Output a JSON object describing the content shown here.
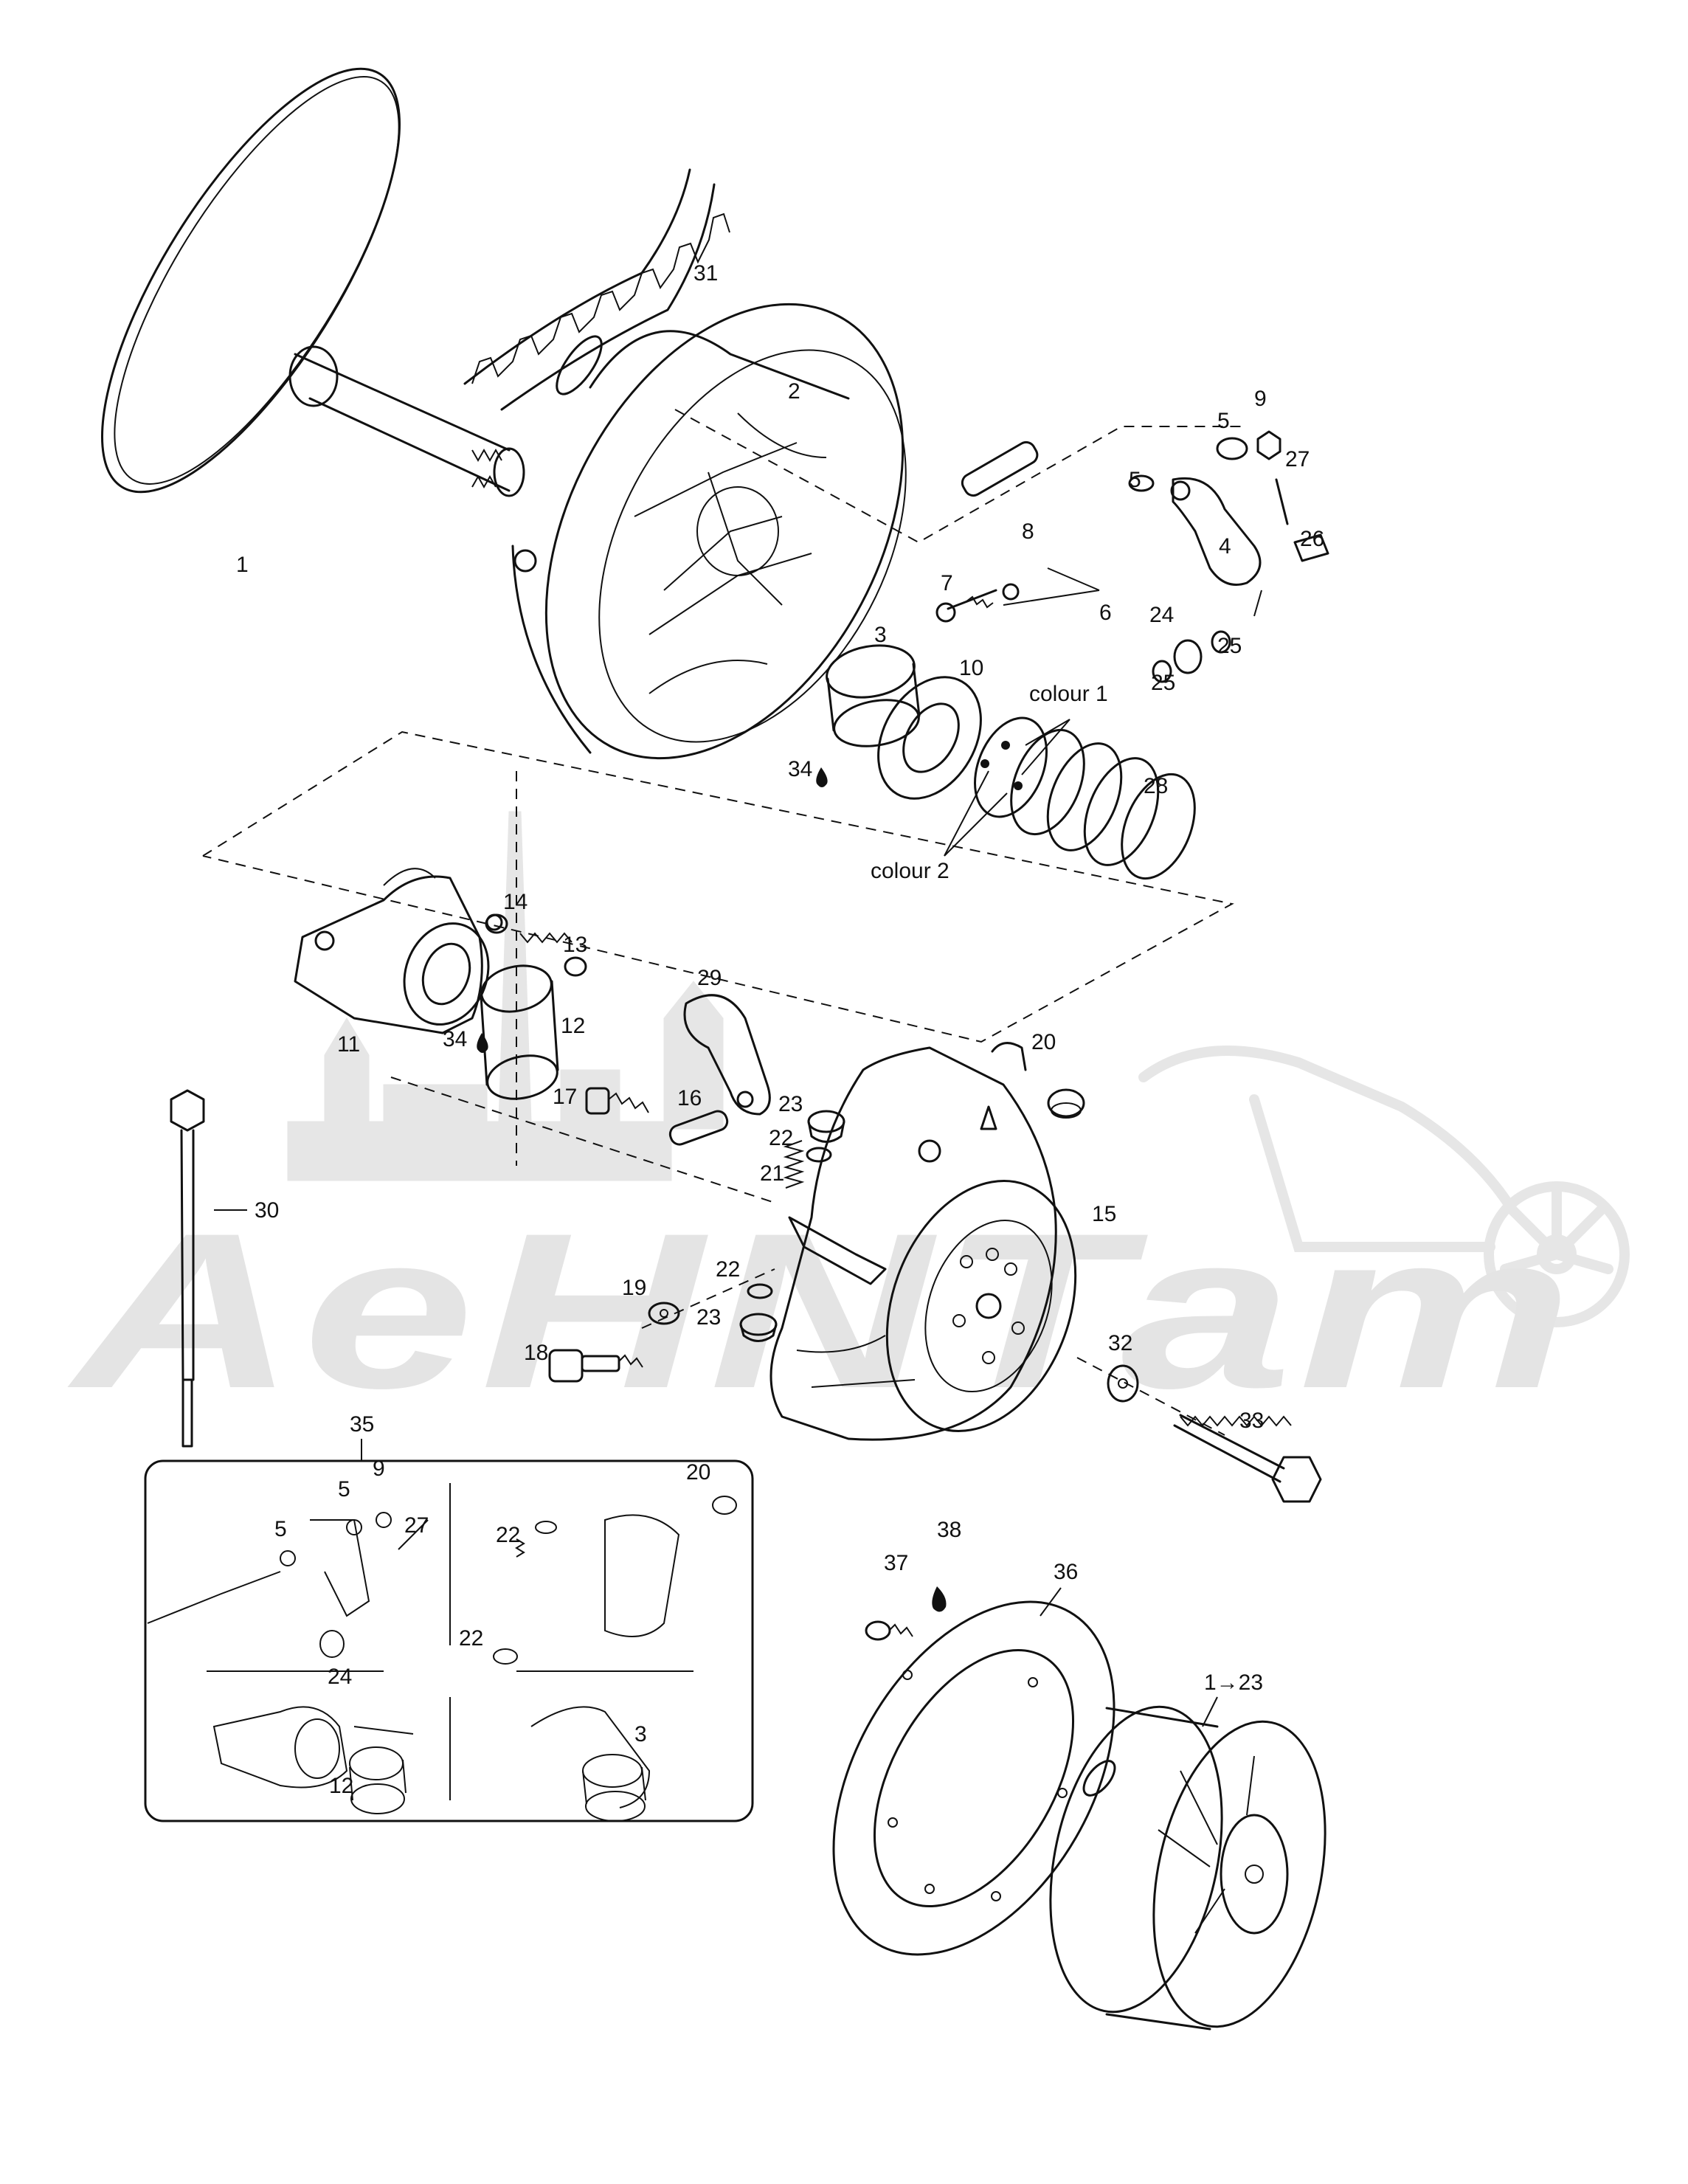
{
  "watermark": {
    "text": "AeHNTam"
  },
  "callouts": [
    {
      "id": "c1",
      "text": "1"
    },
    {
      "id": "c2",
      "text": "2"
    },
    {
      "id": "c3",
      "text": "3"
    },
    {
      "id": "c4",
      "text": "4"
    },
    {
      "id": "c5a",
      "text": "5"
    },
    {
      "id": "c5b",
      "text": "5"
    },
    {
      "id": "c6",
      "text": "6"
    },
    {
      "id": "c7",
      "text": "7"
    },
    {
      "id": "c8",
      "text": "8"
    },
    {
      "id": "c9",
      "text": "9"
    },
    {
      "id": "c10",
      "text": "10"
    },
    {
      "id": "c11",
      "text": "11"
    },
    {
      "id": "c12",
      "text": "12"
    },
    {
      "id": "c13",
      "text": "13"
    },
    {
      "id": "c14",
      "text": "14"
    },
    {
      "id": "c15",
      "text": "15"
    },
    {
      "id": "c16",
      "text": "16"
    },
    {
      "id": "c17",
      "text": "17"
    },
    {
      "id": "c18",
      "text": "18"
    },
    {
      "id": "c19",
      "text": "19"
    },
    {
      "id": "c20",
      "text": "20"
    },
    {
      "id": "c21",
      "text": "21"
    },
    {
      "id": "c22a",
      "text": "22"
    },
    {
      "id": "c22b",
      "text": "22"
    },
    {
      "id": "c23a",
      "text": "23"
    },
    {
      "id": "c23b",
      "text": "23"
    },
    {
      "id": "c24",
      "text": "24"
    },
    {
      "id": "c25a",
      "text": "25"
    },
    {
      "id": "c25b",
      "text": "25"
    },
    {
      "id": "c26",
      "text": "26"
    },
    {
      "id": "c27",
      "text": "27"
    },
    {
      "id": "c28",
      "text": "28"
    },
    {
      "id": "c29",
      "text": "29"
    },
    {
      "id": "c30",
      "text": "30"
    },
    {
      "id": "c31",
      "text": "31"
    },
    {
      "id": "c32",
      "text": "32"
    },
    {
      "id": "c33",
      "text": "33"
    },
    {
      "id": "c34a",
      "text": "34"
    },
    {
      "id": "c34b",
      "text": "34"
    },
    {
      "id": "c35",
      "text": "35"
    },
    {
      "id": "c36",
      "text": "36"
    },
    {
      "id": "c37",
      "text": "37"
    },
    {
      "id": "c38",
      "text": "38"
    },
    {
      "id": "c123",
      "text": "1→23"
    },
    {
      "id": "colour1",
      "text": "colour 1"
    },
    {
      "id": "colour2",
      "text": "colour 2"
    },
    {
      "id": "p5a",
      "text": "5"
    },
    {
      "id": "p5b",
      "text": "5"
    },
    {
      "id": "p9",
      "text": "9"
    },
    {
      "id": "p27",
      "text": "27"
    },
    {
      "id": "p24",
      "text": "24"
    },
    {
      "id": "p20",
      "text": "20"
    },
    {
      "id": "p22a",
      "text": "22"
    },
    {
      "id": "p22b",
      "text": "22"
    },
    {
      "id": "p12",
      "text": "12"
    },
    {
      "id": "p3",
      "text": "3"
    }
  ]
}
